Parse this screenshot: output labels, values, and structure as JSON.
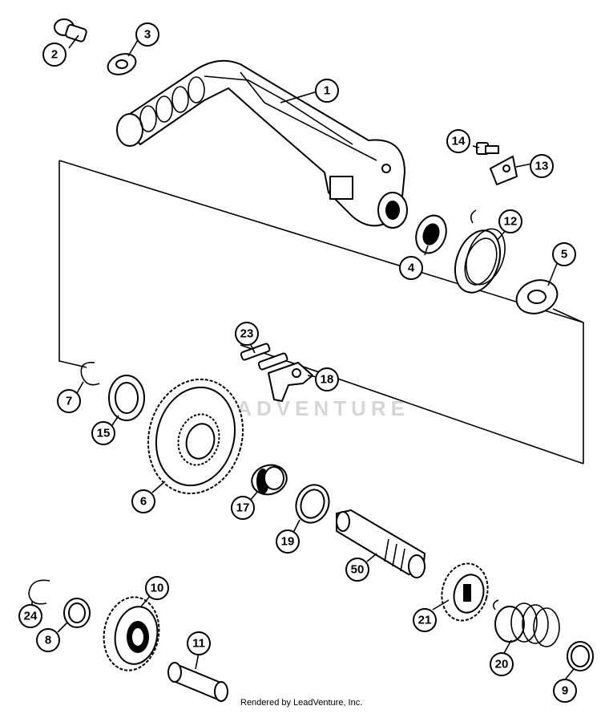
{
  "diagram": {
    "callouts": [
      {
        "id": "c1",
        "label": "1"
      },
      {
        "id": "c2",
        "label": "2"
      },
      {
        "id": "c3",
        "label": "3"
      },
      {
        "id": "c4",
        "label": "4"
      },
      {
        "id": "c5",
        "label": "5"
      },
      {
        "id": "c6",
        "label": "6"
      },
      {
        "id": "c7",
        "label": "7"
      },
      {
        "id": "c8",
        "label": "8"
      },
      {
        "id": "c9",
        "label": "9"
      },
      {
        "id": "c10",
        "label": "10"
      },
      {
        "id": "c11",
        "label": "11"
      },
      {
        "id": "c12",
        "label": "12"
      },
      {
        "id": "c13",
        "label": "13"
      },
      {
        "id": "c14",
        "label": "14"
      },
      {
        "id": "c15",
        "label": "15"
      },
      {
        "id": "c17",
        "label": "17"
      },
      {
        "id": "c18",
        "label": "18"
      },
      {
        "id": "c19",
        "label": "19"
      },
      {
        "id": "c20",
        "label": "20"
      },
      {
        "id": "c21",
        "label": "21"
      },
      {
        "id": "c23",
        "label": "23"
      },
      {
        "id": "c24",
        "label": "24"
      },
      {
        "id": "c50",
        "label": "50"
      }
    ],
    "watermark": "LEADVENTURE",
    "footer": "Rendered by LeadVenture, Inc."
  }
}
